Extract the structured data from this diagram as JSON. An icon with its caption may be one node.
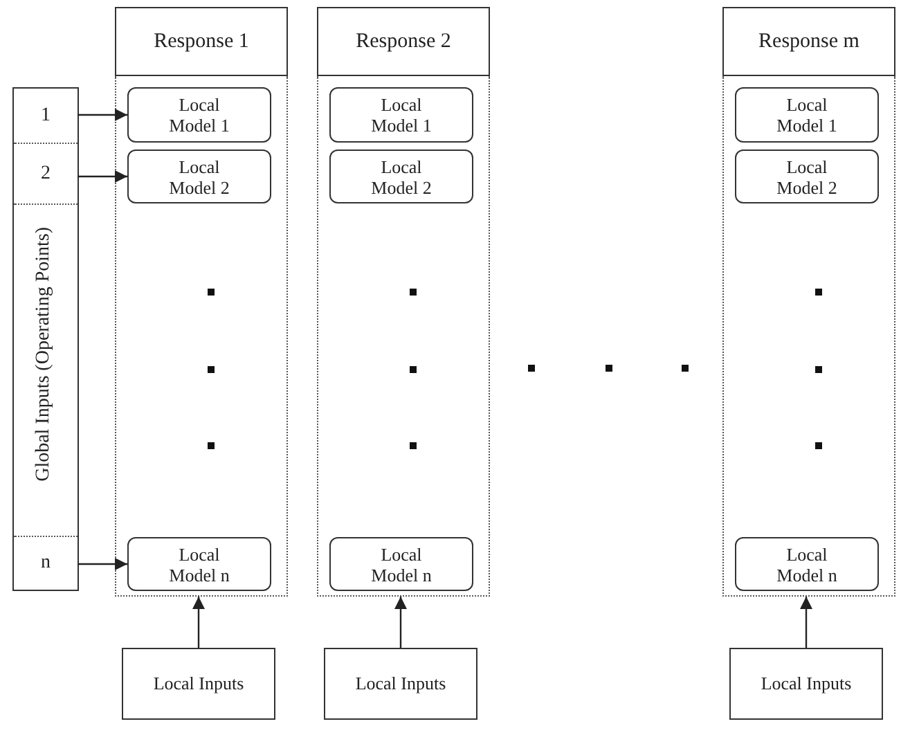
{
  "diagram": {
    "nodes": [
      {
        "text": [
          "Global Inputs (Operating Points)"
        ]
      },
      {
        "text": [
          "1"
        ],
        "in": 0
      },
      {
        "text": [
          "2"
        ],
        "in": 0
      },
      {
        "text": [
          "n"
        ],
        "in": 0
      },
      {
        "text": [
          "Response 1"
        ]
      },
      {
        "text": [],
        "shape": "box"
      },
      {
        "text": [
          "Local Model 1"
        ],
        "in": 5
      },
      {
        "text": [
          "Local Model 2"
        ],
        "in": 5
      },
      {
        "text": [
          "Local Model n"
        ],
        "in": 5
      },
      {
        "text": [
          "Local Inputs"
        ]
      },
      {
        "text": [
          "Response 2"
        ]
      },
      {
        "text": [],
        "shape": "box"
      },
      {
        "text": [
          "Local Model 1"
        ],
        "in": 11
      },
      {
        "text": [
          "Local Model 2"
        ],
        "in": 11
      },
      {
        "text": [
          "Local Model n"
        ],
        "in": 11
      },
      {
        "text": [
          "Local Inputs"
        ]
      },
      {
        "text": [
          "Response m"
        ]
      },
      {
        "text": [],
        "shape": "box"
      },
      {
        "text": [
          "Local Model 1"
        ],
        "in": 17
      },
      {
        "text": [
          "Local Model 2"
        ],
        "in": 17
      },
      {
        "text": [
          "Local Model n"
        ],
        "in": 17
      },
      {
        "text": [
          "Local Inputs"
        ]
      }
    ],
    "edges": [
      {
        "from": 1,
        "to": 6,
        "arrow": "to"
      },
      {
        "from": 2,
        "to": 7,
        "arrow": "to"
      },
      {
        "from": 3,
        "to": 8,
        "arrow": "to"
      },
      {
        "from": 9,
        "to": 5,
        "arrow": "to"
      },
      {
        "from": 15,
        "to": 11,
        "arrow": "to"
      },
      {
        "from": 21,
        "to": 17,
        "arrow": "to"
      }
    ]
  }
}
